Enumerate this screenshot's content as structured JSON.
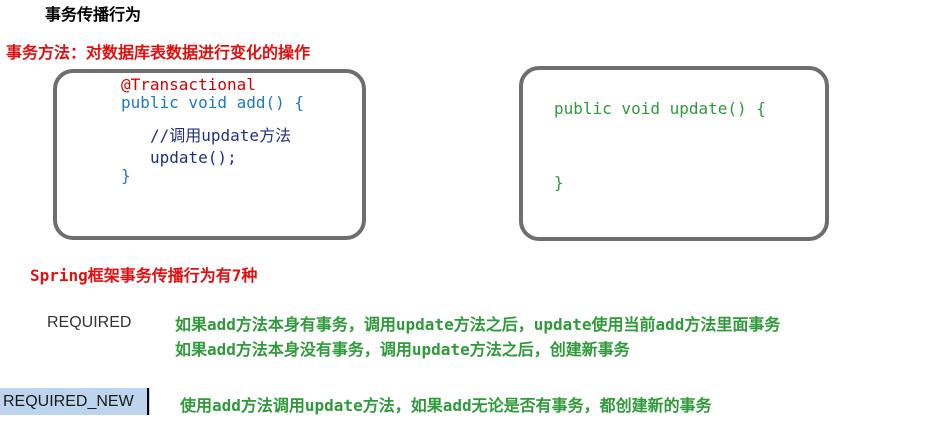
{
  "title": "事务传播行为",
  "transaction_method": "事务方法：对数据库表数据进行变化的操作",
  "add_box": {
    "annotation": "@Transactional",
    "signature": "public void add() {",
    "comment": "//调用update方法",
    "call": "update();",
    "close": "}"
  },
  "update_box": {
    "signature": "public void update() {",
    "close": "}"
  },
  "spring_heading": "Spring框架事务传播行为有7种",
  "required": {
    "label": "REQUIRED",
    "desc_1": "如果add方法本身有事务，调用update方法之后，update使用当前add方法里面事务",
    "desc_2": "如果add方法本身没有事务，调用update方法之后，创建新事务"
  },
  "required_new": {
    "label": "REQUIRED_NEW",
    "desc": "使用add方法调用update方法，如果add无论是否有事务，都创建新的事务"
  },
  "colors": {
    "heading_red": "#e01010",
    "code_blue": "#1a7ac8",
    "code_navy": "#203080",
    "code_green": "#2f9a3a",
    "box_border": "#6e6e6e",
    "selection": "#bcd4ee"
  }
}
